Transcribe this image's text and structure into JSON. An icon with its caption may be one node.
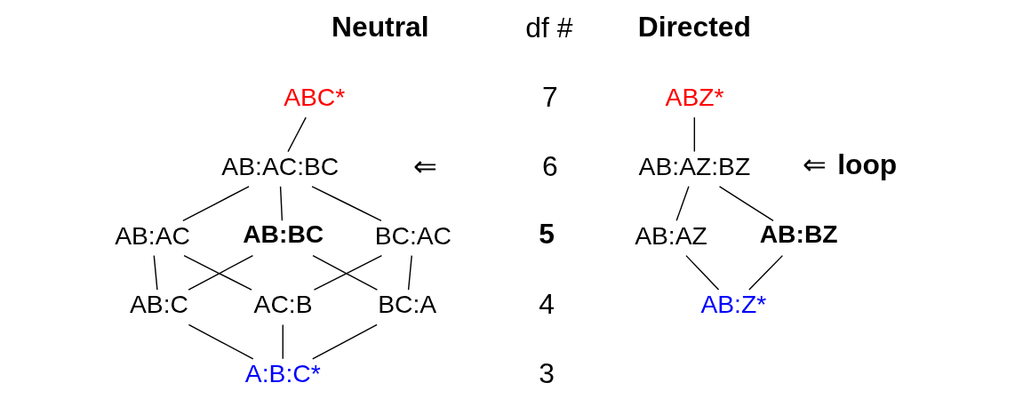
{
  "diagram": {
    "nodes": [
      {
        "text": [
          "ABC*"
        ]
      },
      {
        "text": [
          "AB:AC:BC"
        ]
      },
      {
        "text": [
          "AB:AC"
        ]
      },
      {
        "text": [
          "AB:BC"
        ]
      },
      {
        "text": [
          "BC:AC"
        ]
      },
      {
        "text": [
          "AB:C"
        ]
      },
      {
        "text": [
          "AC:B"
        ]
      },
      {
        "text": [
          "BC:A"
        ]
      },
      {
        "text": [
          "A:B:C*"
        ]
      },
      {
        "text": [
          "ABZ*"
        ]
      },
      {
        "text": [
          "AB:AZ:BZ"
        ]
      },
      {
        "text": [
          "AB:AZ"
        ]
      },
      {
        "text": [
          "AB:BZ"
        ]
      },
      {
        "text": [
          "AB:Z*"
        ]
      }
    ],
    "edges": [
      {
        "from": 0,
        "to": 1,
        "arrow": "none"
      },
      {
        "from": 1,
        "to": 2,
        "arrow": "none"
      },
      {
        "from": 1,
        "to": 3,
        "arrow": "none"
      },
      {
        "from": 1,
        "to": 4,
        "arrow": "none"
      },
      {
        "from": 2,
        "to": 5,
        "arrow": "none"
      },
      {
        "from": 2,
        "to": 6,
        "arrow": "none"
      },
      {
        "from": 3,
        "to": 5,
        "arrow": "none"
      },
      {
        "from": 3,
        "to": 7,
        "arrow": "none"
      },
      {
        "from": 4,
        "to": 6,
        "arrow": "none"
      },
      {
        "from": 4,
        "to": 7,
        "arrow": "none"
      },
      {
        "from": 5,
        "to": 8,
        "arrow": "none"
      },
      {
        "from": 6,
        "to": 8,
        "arrow": "none"
      },
      {
        "from": 7,
        "to": 8,
        "arrow": "none"
      },
      {
        "from": 9,
        "to": 10,
        "arrow": "none"
      },
      {
        "from": 10,
        "to": 11,
        "arrow": "none"
      },
      {
        "from": 10,
        "to": 12,
        "arrow": "none"
      },
      {
        "from": 11,
        "to": 13,
        "arrow": "none"
      },
      {
        "from": 12,
        "to": 13,
        "arrow": "none"
      }
    ],
    "labels": [
      "Neutral",
      "df #",
      "Directed",
      "7",
      "6",
      "⇐",
      "⇐ **loop**",
      "**5**",
      "4",
      "3"
    ]
  }
}
